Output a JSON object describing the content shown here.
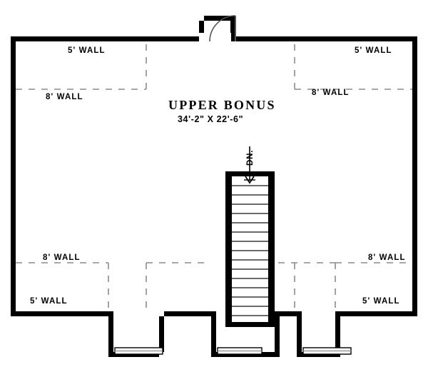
{
  "drawing": {
    "type": "architectural-floor-plan",
    "title": "Upper Bonus Floor Plan",
    "background_color": "#ffffff",
    "line_color": "#000000",
    "dashed_line_color": "#8c8c8c"
  },
  "room": {
    "name": "UPPER BONUS",
    "dimensions": "34'-2\" X 22'-6\""
  },
  "wall_height_labels": {
    "top_left_5ft": "5' WALL",
    "top_left_8ft": "8' WALL",
    "top_right_5ft": "5' WALL",
    "top_right_8ft": "8' WALL",
    "bottom_left_8ft": "8' WALL",
    "bottom_left_5ft": "5' WALL",
    "bottom_right_8ft": "8' WALL",
    "bottom_right_5ft": "5' WALL"
  },
  "stair": {
    "direction_label": "DN.",
    "tread_count": 16
  },
  "openings": {
    "top_door": "entry-door-swing",
    "windows_count": 3
  }
}
